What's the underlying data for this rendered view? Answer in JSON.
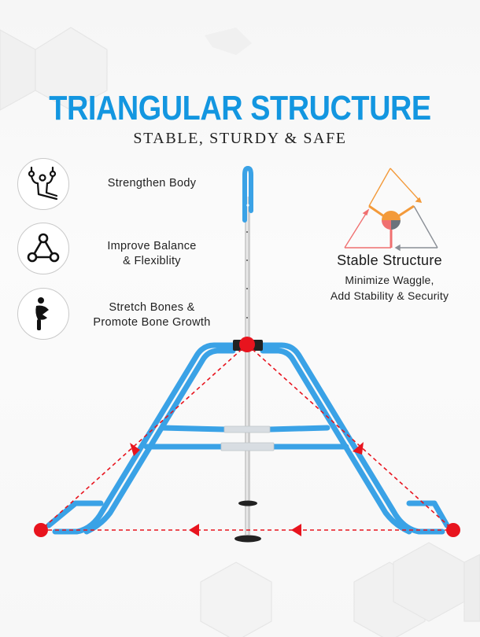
{
  "header": {
    "title": "TRIANGULAR STRUCTURE",
    "subtitle": "STABLE, STURDY & SAFE",
    "title_color": "#1396e0"
  },
  "features": [
    {
      "icon": "ring-gymnast-icon",
      "line1": "Strengthen Body",
      "line2": ""
    },
    {
      "icon": "triangle-nodes-icon",
      "line1": "Improve Balance",
      "line2": "& Flexiblity"
    },
    {
      "icon": "stretching-person-icon",
      "line1": "Stretch Bones &",
      "line2": "Promote Bone Growth"
    }
  ],
  "stable_structure": {
    "title": "Stable Structure",
    "line1": "Minimize Waggle,",
    "line2": "Add Stability & Security",
    "colors": {
      "orange": "#f39a3a",
      "pink": "#f07070",
      "gray": "#7a8088"
    }
  },
  "product": {
    "frame_color": "#3aa2e6",
    "pole_color": "#c8c8c8",
    "marker_color": "#e8141e"
  }
}
